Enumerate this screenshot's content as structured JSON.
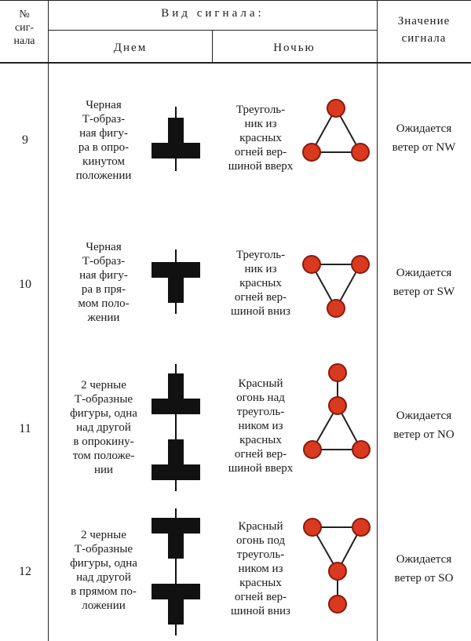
{
  "header": {
    "number_label": "№\nсиг-\nнала",
    "view_label": "Вид сигнала:",
    "day_label": "Днем",
    "night_label": "Ночью",
    "meaning_label": "Значение\nсигнала"
  },
  "rows": [
    {
      "number": "9",
      "day": "Черная\nТ-образ-\nная фигу-\nра в опро-\nкинутом\nположении",
      "day_icon": "inverted-t-shape-icon",
      "night": "Треуголь-\nник из\nкрасных\nогней вер-\nшиной вверх",
      "night_icon": "triangle-up-lights-icon",
      "meaning": "Ожидается\nветер от NW"
    },
    {
      "number": "10",
      "day": "Черная\nТ-образ-\nная фигу-\nра в пря-\nмом поло-\nжении",
      "day_icon": "t-shape-icon",
      "night": "Треуголь-\nник из\nкрасных\nогней вер-\nшиной вниз",
      "night_icon": "triangle-down-lights-icon",
      "meaning": "Ожидается\nветер от SW"
    },
    {
      "number": "11",
      "day": "2 черные\nТ-образные\nфигуры, одна\nнад другой\nв опрокину-\nтом положе-\nнии",
      "day_icon": "two-inverted-t-shapes-icon",
      "night": "Красный\nогонь над\nтреуголь-\nником из\nкрасных\nогней вер-\nшиной вверх",
      "night_icon": "light-over-triangle-up-icon",
      "meaning": "Ожидается\nветер от NO"
    },
    {
      "number": "12",
      "day": "2 черные\nТ-образные\nфигуры, одна\nнад другой\nв прямом по-\nложении",
      "day_icon": "two-t-shapes-icon",
      "night": "Красный\nогонь под\nтреуголь-\nником из\nкрасных\nогней вер-\nшиной вниз",
      "night_icon": "light-under-triangle-down-icon",
      "meaning": "Ожидается\nветер от SO"
    }
  ],
  "colors": {
    "light_fill": "#d9391f",
    "light_stroke": "#8a1a0c",
    "shape_fill": "#111111",
    "rule": "#222222"
  }
}
